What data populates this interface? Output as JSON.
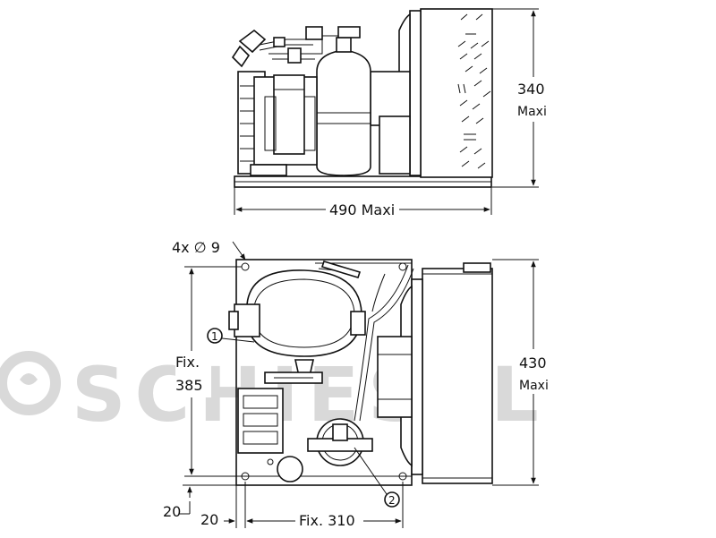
{
  "watermark": {
    "text": "SCHIESSL",
    "color": "#d9d9d9"
  },
  "side_view": {
    "height_value": "340",
    "height_note": "Maxi",
    "width_label": "490 Maxi"
  },
  "top_view": {
    "holes_label": "4x ∅ 9",
    "fix_height_label": "Fix.",
    "fix_height_value": "385",
    "depth_value": "430",
    "depth_note": "Maxi",
    "offset_vertical": "20",
    "offset_horizontal": "20",
    "fix_width_label": "Fix. 310",
    "callout_1": "1",
    "callout_2": "2"
  },
  "colors": {
    "line": "#111111",
    "background": "#ffffff"
  }
}
